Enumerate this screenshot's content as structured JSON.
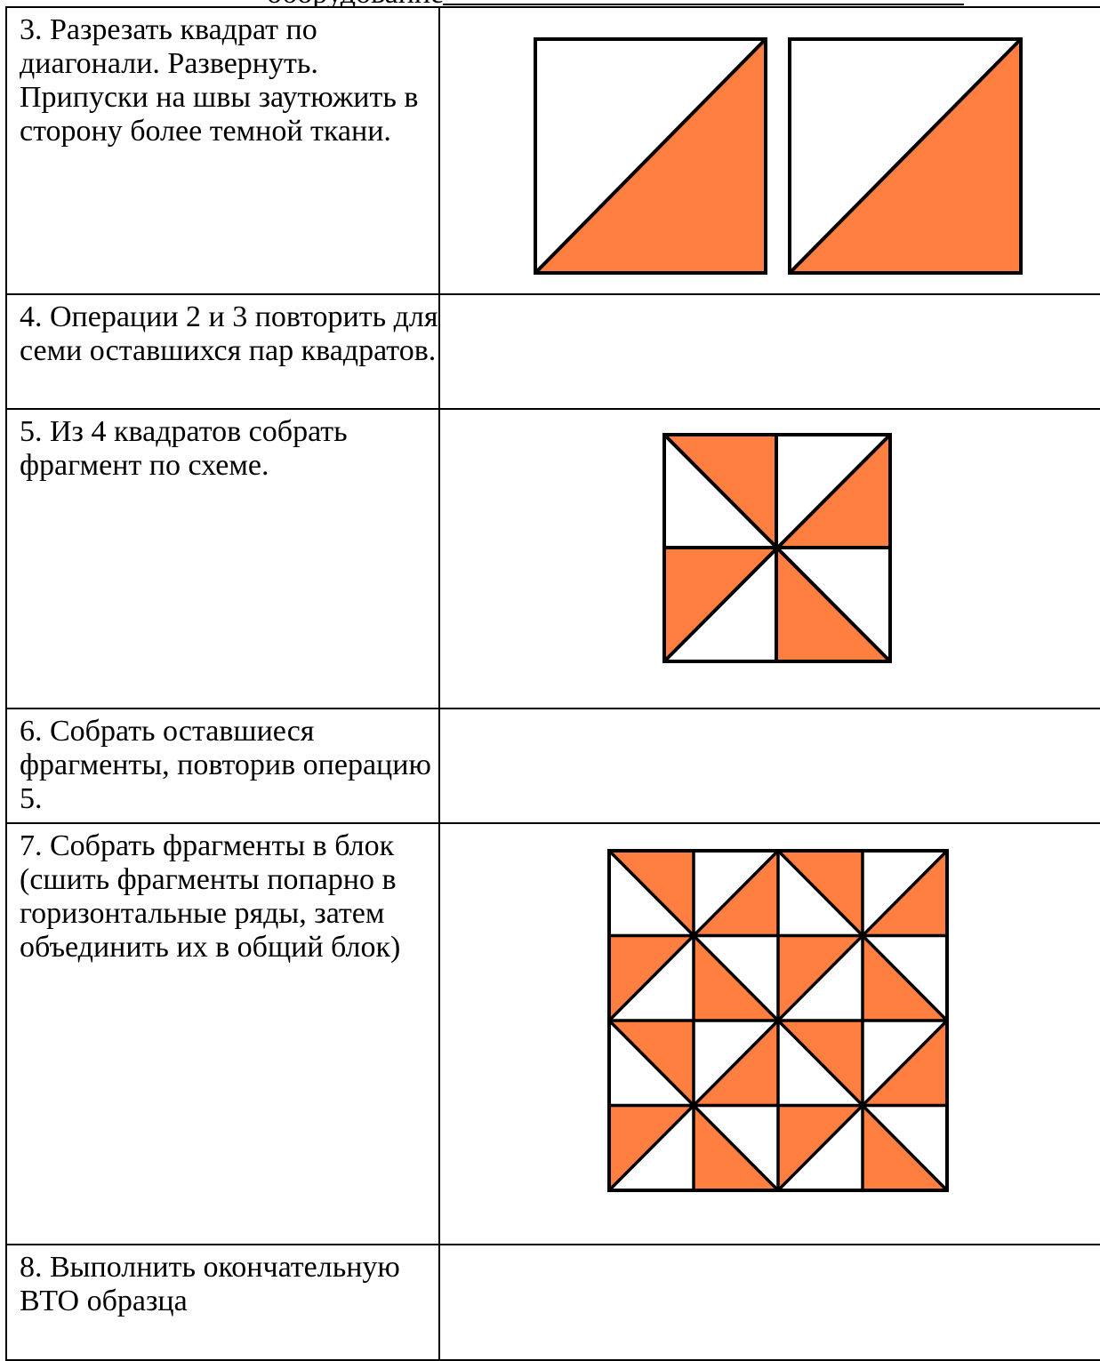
{
  "header": {
    "text": "оборудование"
  },
  "colors": {
    "fabric_dark": "#ff7f40",
    "fabric_light": "#ffffff",
    "line": "#000000"
  },
  "steps": [
    {
      "text": "3. Разрезать квадрат по диагонали. Развернуть. Припуски на швы заутюжить в сторону более темной ткани.",
      "figure": "two-half-square-triangles"
    },
    {
      "text": "4. Операции 2 и 3 повторить для семи оставшихся пар квадратов.",
      "figure": ""
    },
    {
      "text": "5. Из 4 квадратов собрать фрагмент по схеме.",
      "figure": "pinwheel-fragment"
    },
    {
      "text": "6. Собрать оставшиеся фрагменты, повторив операцию 5.",
      "figure": ""
    },
    {
      "text": "7. Собрать фрагменты в блок (сшить фрагменты попарно в горизонтальные ряды, затем объединить их в общий блок)",
      "figure": "pinwheel-block"
    },
    {
      "text": "8. Выполнить окончательную ВТО образца",
      "figure": ""
    }
  ]
}
